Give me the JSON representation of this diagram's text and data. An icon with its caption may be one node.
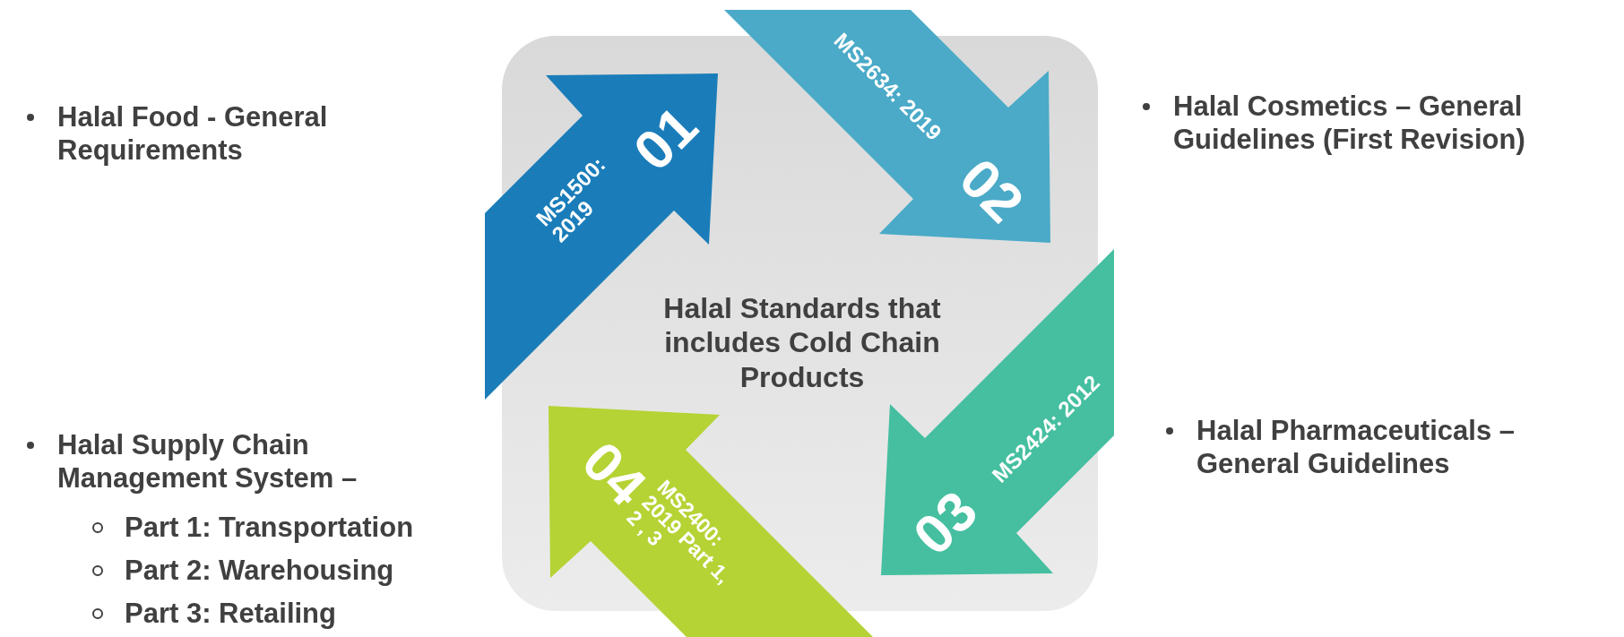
{
  "diagram": {
    "nodes": [
      {
        "text": [
          "Halal Standards that includes Cold Chain Products"
        ]
      },
      {
        "text": [
          "01",
          "MS1500: 2019"
        ]
      },
      {
        "text": [
          "02",
          "MS2634: 2019"
        ]
      },
      {
        "text": [
          "03",
          "MS2424: 2012"
        ]
      },
      {
        "text": [
          "04",
          "MS2400: 2019 Part 1, 2 , 3"
        ]
      }
    ],
    "labels": [
      "Halal Food - General Requirements",
      "Halal Cosmetics – General Guidelines (First Revision)",
      "Halal Supply Chain Management System –",
      "Part 1: Transportation",
      "Part 2: Warehousing",
      "Part 3: Retailing",
      "Halal Pharmaceuticals – General Guidelines"
    ]
  }
}
